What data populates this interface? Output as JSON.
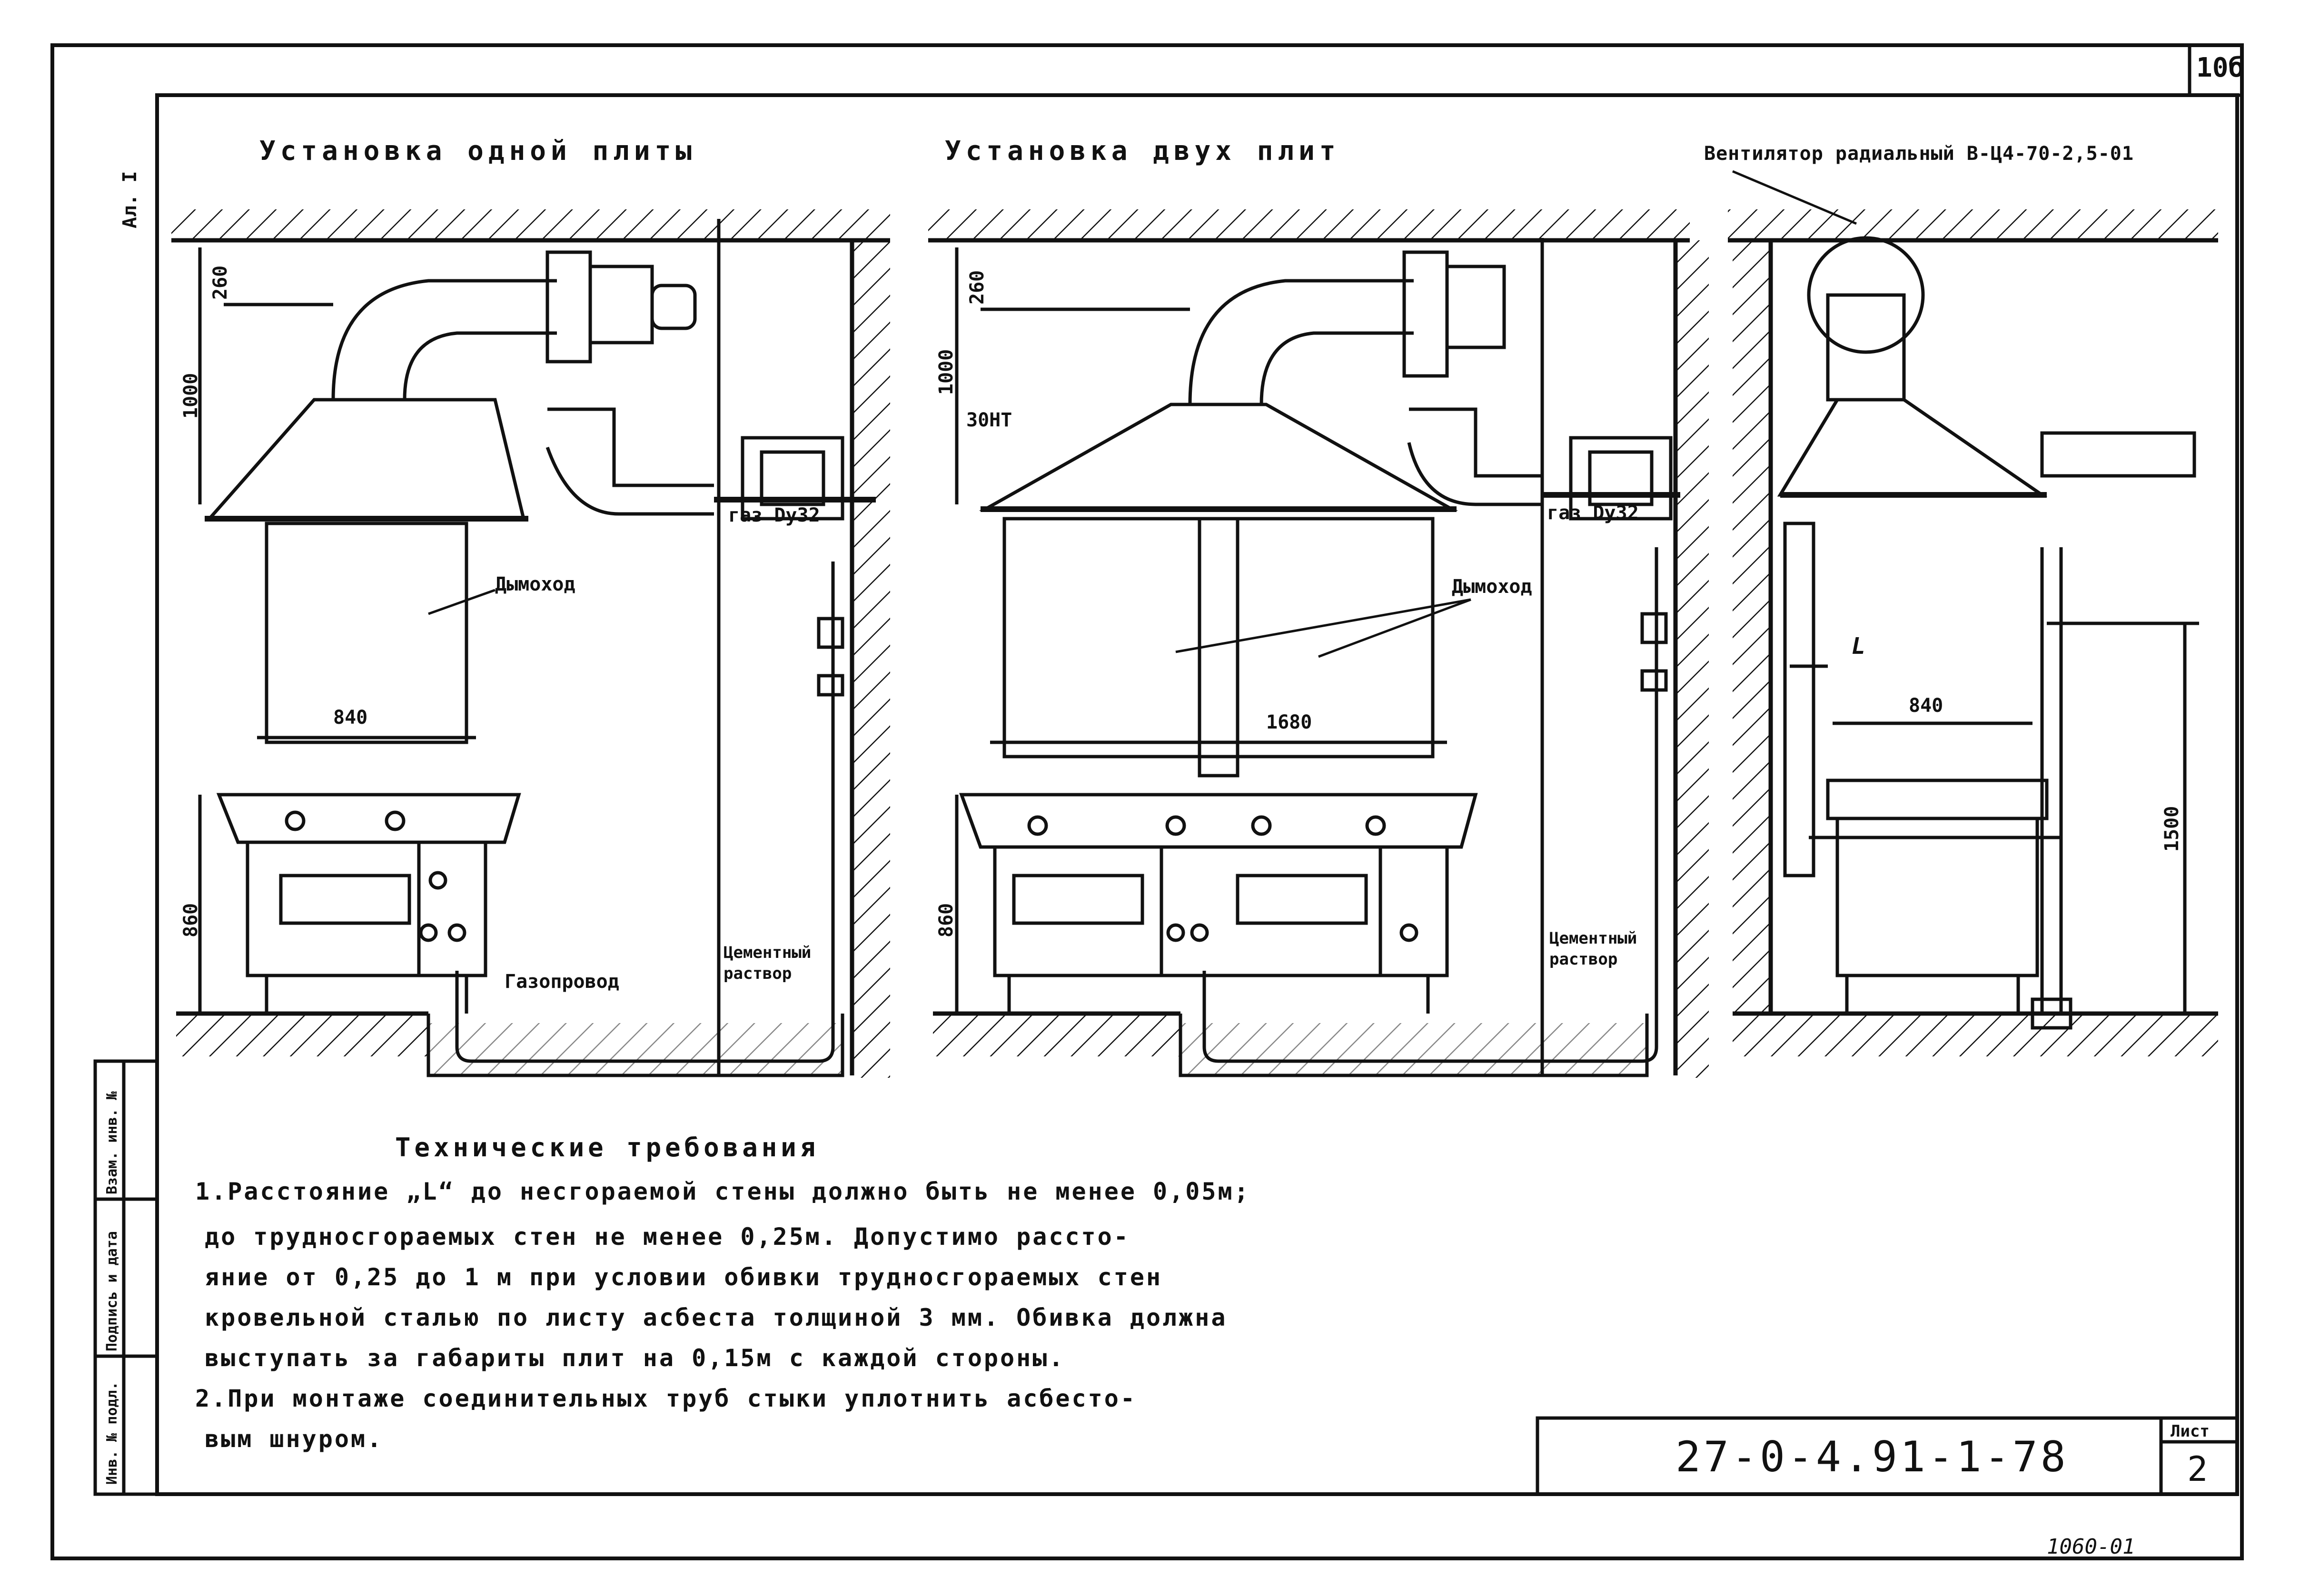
{
  "page_number": "10б",
  "side_label": "Ал. I",
  "titles": {
    "single": "Установка одной плиты",
    "double": "Установка двух плит",
    "fan": "Вентилятор радиальный В-Ц4-70-2,5-01"
  },
  "labels": {
    "chimney_1": "Дымоход",
    "chimney_2": "Дымоход",
    "gas_1": "газ Dу32",
    "gas_2": "газ Dу32",
    "cement_1": "Цементный раствор",
    "cement_2": "Цементный раствор",
    "gas_pipe": "Газопровод",
    "hood": "30НТ",
    "l_mark": "L"
  },
  "dimensions": {
    "d260_a": "260",
    "d1000_a": "1000",
    "d860_a": "860",
    "d840_a": "840",
    "d260_b": "260",
    "d1000_b": "1000",
    "d860_b": "860",
    "d1680": "1680",
    "d840_c": "840",
    "d1500": "1500"
  },
  "requirements": {
    "heading": "Технические требования",
    "lines": [
      "1.Расстояние „L“ до несгораемой стены должно быть не менее 0,05м;",
      "до трудносгораемых стен не менее 0,25м. Допустимо рассто-",
      "яние от 0,25 до 1 м при условии обивки трудносгораемых стен",
      "кровельной сталью по листу асбеста толщиной 3 мм. Обивка должна",
      "выступать за габариты плит на 0,15м с каждой стороны.",
      "2.При монтаже соединительных труб стыки уплотнить асбесто-",
      "вым шнуром."
    ]
  },
  "stamp": {
    "cells": [
      "Инв. № подл.",
      "Подпись и дата",
      "Взам. инв. №"
    ]
  },
  "title_block": {
    "doc_number": "27-0-4.91-1-78",
    "sheet_label": "Лист",
    "sheet_number": "2"
  },
  "footer_code": "1060-01"
}
